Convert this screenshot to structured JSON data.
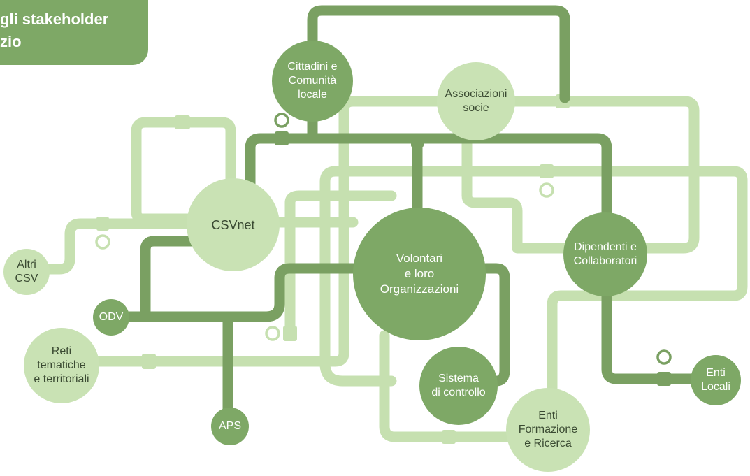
{
  "title": {
    "line1": "gli stakeholder",
    "line2": "zio"
  },
  "colors": {
    "dark_green": "#7ea866",
    "light_green": "#c9e2b4",
    "dark_pipe": "#7aa062",
    "light_pipe": "#c6e0b0"
  },
  "nodes": {
    "cittadini": [
      "Cittadini e",
      "Comunità",
      "locale"
    ],
    "associazioni": [
      "Associazioni",
      "socie"
    ],
    "csvnet": [
      "CSVnet"
    ],
    "volontari": [
      "Volontari",
      "e loro",
      "Organizzazioni"
    ],
    "dipendenti": [
      "Dipendenti e",
      "Collaboratori"
    ],
    "altri_csv": [
      "Altri",
      "CSV"
    ],
    "odv": [
      "ODV"
    ],
    "reti": [
      "Reti",
      "tematiche",
      "e territoriali"
    ],
    "aps": [
      "APS"
    ],
    "sistema": [
      "Sistema",
      "di controllo"
    ],
    "enti_formazione": [
      "Enti",
      "Formazione",
      "e Ricerca"
    ],
    "enti_locali": [
      "Enti",
      "Locali"
    ]
  }
}
